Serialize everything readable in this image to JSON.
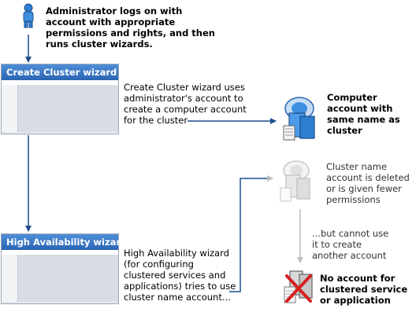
{
  "admin": {
    "icon": "person-icon",
    "caption": "Administrator logs on with account with appropriate permissions and rights, and then runs cluster wizards."
  },
  "create_cluster": {
    "title": "Create Cluster wizard",
    "description": "Create Cluster wizard uses administrator's account to create a computer account for the cluster"
  },
  "computer_account": {
    "icon": "server-icon",
    "caption": "Computer account with same name as cluster"
  },
  "deleted_account": {
    "icon": "faded-server-icon",
    "caption": "Cluster name account is deleted or is given fewer permissions"
  },
  "cannot_use": {
    "caption": "...but cannot use it to create another account"
  },
  "high_availability": {
    "title": "High Availability wizard",
    "description": "High Availability wizard (for configuring clustered services and applications) tries to use cluster name account..."
  },
  "no_account": {
    "icon": "server-with-red-x-icon",
    "caption": "No account for clustered service or application"
  },
  "colors": {
    "arrow": "#1f4e8c",
    "title_bar": "#2a65b3",
    "faded_arrow": "#bdbdbd",
    "error": "#d42020"
  }
}
